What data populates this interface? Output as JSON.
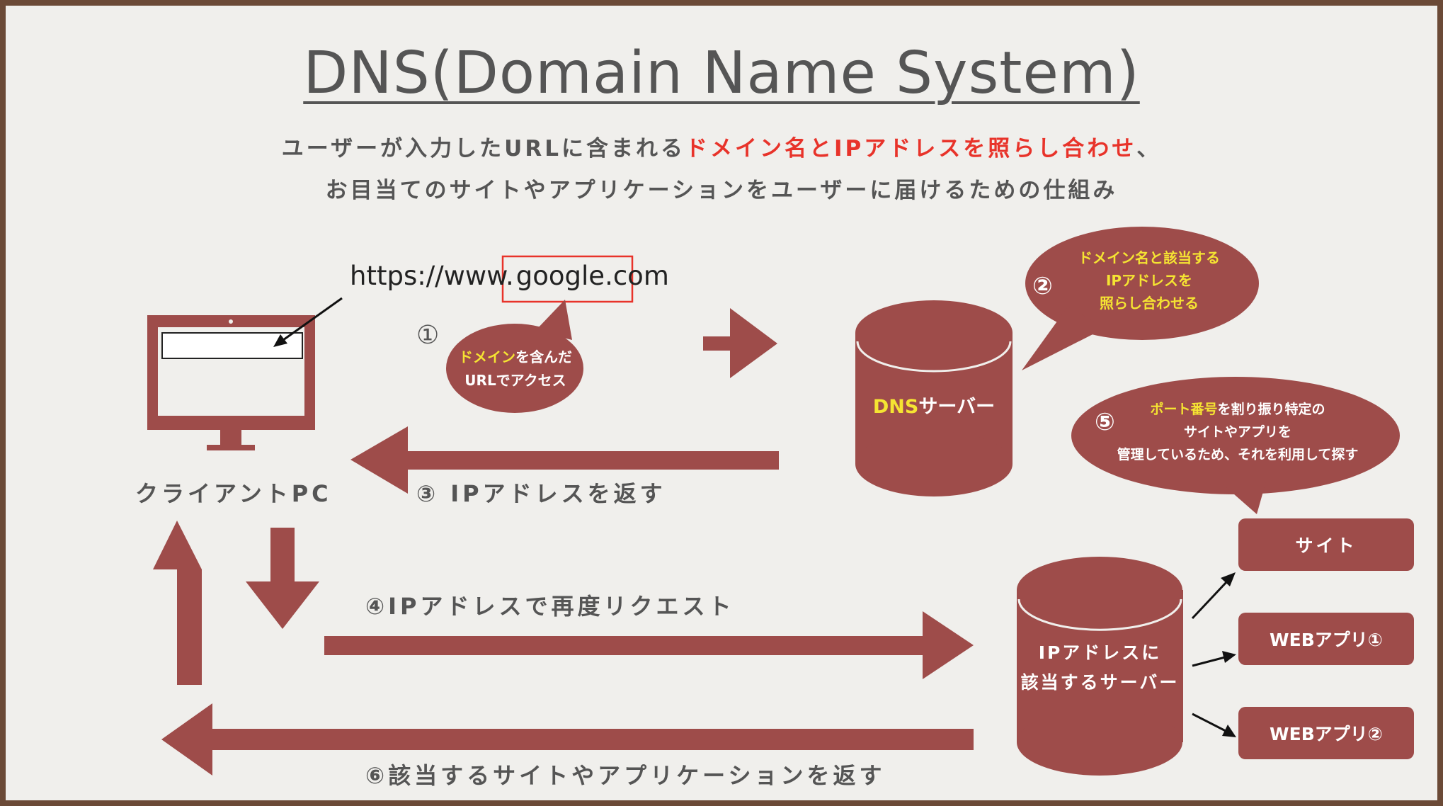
{
  "title": "DNS(Domain Name System)",
  "subtitle": {
    "line1_prefix": "ユーザーが入力したURLに含まれる",
    "line1_highlight": "ドメイン名とIPアドレスを照らし合わせ",
    "line1_suffix": "、",
    "line2": "お目当てのサイトやアプリケーションをユーザーに届けるための仕組み"
  },
  "url": {
    "prefix": "https://www.",
    "domain": "google.com"
  },
  "client_label": "クライアントPC",
  "step1": {
    "number": "①",
    "bubble_highlight": "ドメイン",
    "bubble_line1_rest": "を含んだ",
    "bubble_line2": "URLでアクセス"
  },
  "dns_server": {
    "highlight": "DNS",
    "rest": "サーバー"
  },
  "step2": {
    "number": "②",
    "line1": "ドメイン名と該当する",
    "line2": "IPアドレスを",
    "line3": "照らし合わせる"
  },
  "step3": {
    "number": "③",
    "text": "IPアドレスを返す"
  },
  "step4": {
    "number": "④",
    "text": "IPアドレスで再度リクエスト"
  },
  "step5": {
    "number": "⑤",
    "line1_highlight": "ポート番号",
    "line1_rest": "を割り振り特定の",
    "line2": "サイトやアプリを",
    "line3": "管理しているため、それを利用して探す"
  },
  "step6": {
    "number": "⑥",
    "text": "該当するサイトやアプリケーションを返す"
  },
  "ip_server": {
    "line1": "IPアドレスに",
    "line2": "該当するサーバー"
  },
  "targets": [
    "サイト",
    "WEBアプリ①",
    "WEBアプリ②"
  ],
  "colors": {
    "accent": "#9e4c4a",
    "highlight_red": "#e8332a",
    "highlight_yellow": "#f5e432",
    "text": "#555555",
    "background": "#f0efec"
  }
}
